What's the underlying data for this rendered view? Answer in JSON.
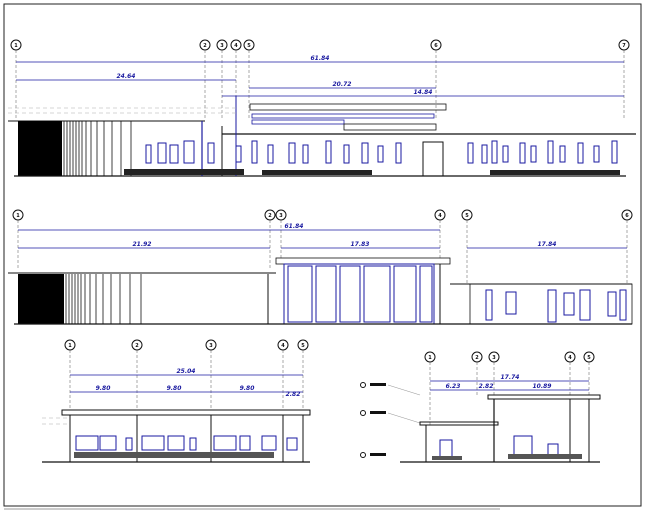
{
  "elevation_1": {
    "grid_marks": [
      "1",
      "2",
      "3",
      "4",
      "5",
      "6",
      "7"
    ],
    "dims": [
      "61.84",
      "24.64",
      "20.72",
      "14.84"
    ]
  },
  "elevation_2": {
    "grid_marks": [
      "1",
      "2",
      "3",
      "4",
      "5",
      "6"
    ],
    "dims": [
      "61.84",
      "21.92",
      "17.83",
      "17.84"
    ]
  },
  "elevation_3": {
    "grid_marks": [
      "1",
      "2",
      "3",
      "4",
      "5"
    ],
    "dims": [
      "25.04",
      "9.80",
      "9.80",
      "9.80",
      "2.82"
    ]
  },
  "section": {
    "grid_marks": [
      "1",
      "2",
      "3",
      "4",
      "5"
    ],
    "dims": [
      "17.74",
      "6.23",
      "2.82",
      "10.89"
    ]
  },
  "colors": {
    "dimension": "#1a1aa0",
    "window": "#1a1aa0",
    "linework": "#111111",
    "hatch": "#000000"
  }
}
